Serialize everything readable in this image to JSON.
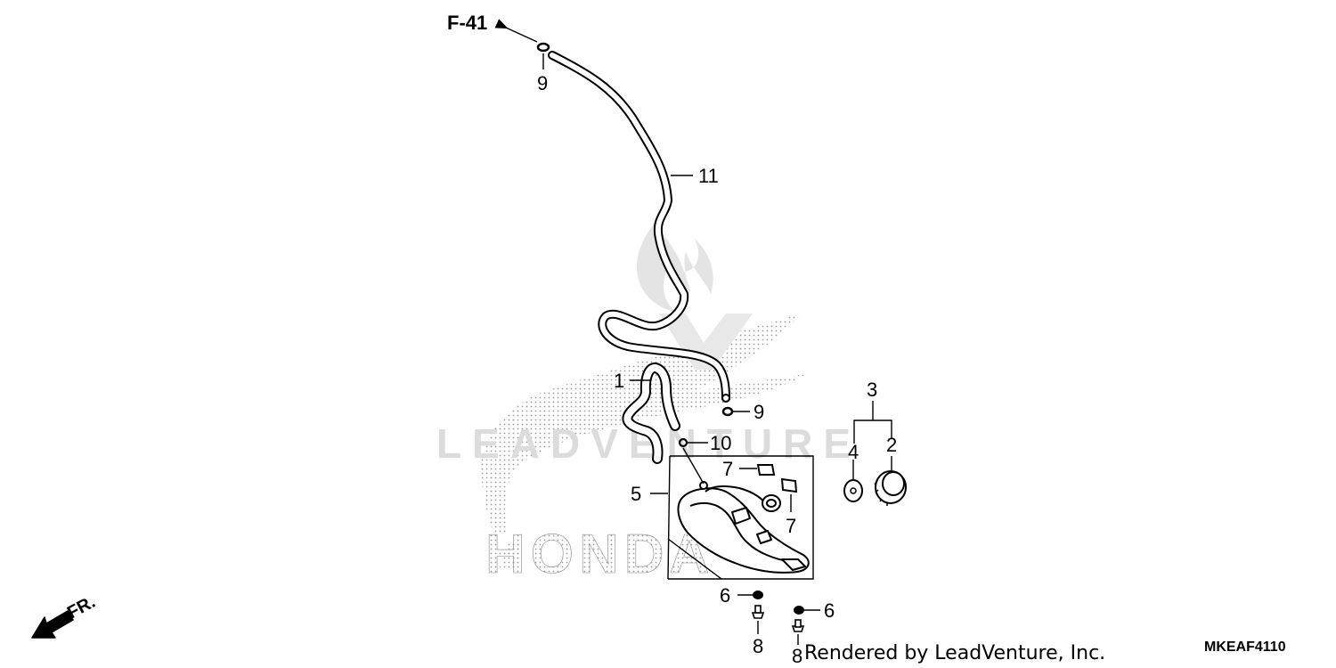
{
  "ref_page": "F-41",
  "diagram_code": "MKEAF4110",
  "credit": "Rendered by LeadVenture, Inc.",
  "direction_label": "FR.",
  "watermark": {
    "text": "LEADVENTURE",
    "brand": "HONDA"
  },
  "callouts": {
    "c1": "1",
    "c2": "2",
    "c3": "3",
    "c4": "4",
    "c5": "5",
    "c6a": "6",
    "c6b": "6",
    "c7a": "7",
    "c7b": "7",
    "c8a": "8",
    "c8b": "8",
    "c9a": "9",
    "c9b": "9",
    "c10": "10",
    "c11": "11"
  },
  "colors": {
    "line": "#000000",
    "watermark": "#dcdcdc",
    "dots": "#9a9a9a"
  }
}
